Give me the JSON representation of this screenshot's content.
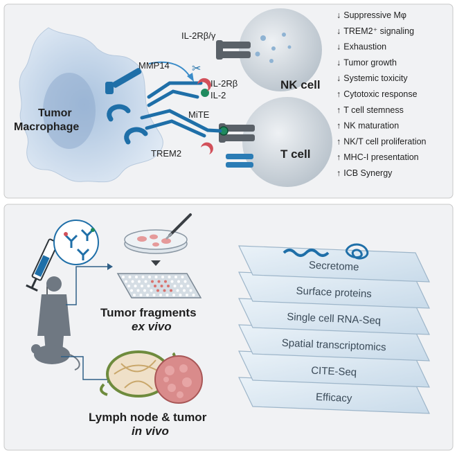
{
  "top_panel": {
    "macrophage_label_line1": "Tumor",
    "macrophage_label_line2": "Macrophage",
    "mmp14_label": "MMP14",
    "il2rb_gamma_label": "IL-2Rβ/γ",
    "il2rb_label": "IL-2Rβ",
    "il2_label": "IL-2",
    "mite_label": "MiTE",
    "trem2_label": "TREM2",
    "nk_cell_label": "NK cell",
    "t_cell_label": "T cell",
    "effects": [
      {
        "arrow": "↓",
        "text": "Suppressive Mφ"
      },
      {
        "arrow": "↓",
        "text": "TREM2⁺ signaling"
      },
      {
        "arrow": "↓",
        "text": "Exhaustion"
      },
      {
        "arrow": "↓",
        "text": "Tumor growth"
      },
      {
        "arrow": "↓",
        "text": "Systemic toxicity"
      },
      {
        "arrow": "↑",
        "text": "Cytotoxic response"
      },
      {
        "arrow": "↑",
        "text": "T cell stemness"
      },
      {
        "arrow": "↑",
        "text": "NK maturation"
      },
      {
        "arrow": "↑",
        "text": "NK/T cell proliferation"
      },
      {
        "arrow": "↑",
        "text": "MHC-I presentation"
      },
      {
        "arrow": "↑",
        "text": "ICB Synergy"
      }
    ]
  },
  "bottom_panel": {
    "fragments_title": "Tumor fragments",
    "fragments_sub": "ex vivo",
    "lymph_title": "Lymph node & tumor",
    "lymph_sub": "in vivo",
    "layers": [
      "Secretome",
      "Surface proteins",
      "Single cell RNA-Seq",
      "Spatial transcriptomics",
      "CITE-Seq",
      "Efficacy"
    ]
  },
  "colors": {
    "panel_bg": "#f1f2f4",
    "macrophage": "#c9d9ec",
    "antibody_blue": "#1f6fa8",
    "cell_grey": "#d7dde3",
    "il2_red": "#d2505a",
    "il2_green": "#1f8a5e",
    "layer_fill": "#dbe7f1",
    "layer_edge": "#9db5c9"
  }
}
